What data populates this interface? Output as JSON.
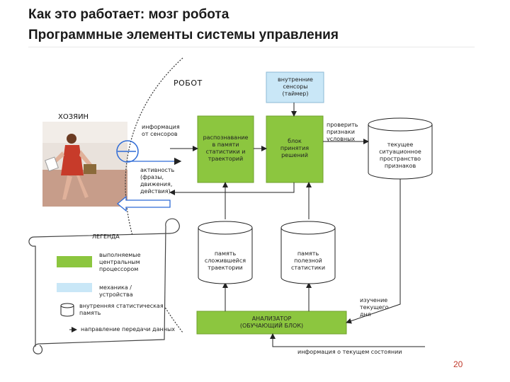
{
  "header": {
    "title_line1": "Как это работает: мозг робота",
    "title_line2": "Программные элементы системы управления"
  },
  "diagram": {
    "robot_label": "РОБОТ",
    "owner_label": "ХОЗЯИН",
    "internal_sensors": "внутренние\nсенсоры\n(таймер)",
    "info_from_sensors": "информация\nот сенсоров",
    "recognition_block": "распознавание\nв памяти\nстатистики и\nтраекторий",
    "decision_block": "блок\nпринятия\nрешений",
    "find_indicators": "проверить\nпризнаки\nусловных",
    "current_situation_db": "текущее\nситуационное\nпространство\nпризнаков",
    "actions_label": "активность\n(фразы,\nдвижения,\nдействия)",
    "trajectory_memory_db": "память\nсложившейся\nтраектории",
    "stats_memory_db": "память\nполезной\nстатистики",
    "current_change": "изучение\nтекущего\nдня",
    "analyzer_block": "АНАЛИЗАТОР\n(ОБУЧАЮЩИЙ БЛОК)",
    "info_current_state": "информация о текущем состоянии"
  },
  "legend": {
    "title": "ЛЕГЕНДА",
    "item_processors": "выполняемые\nцентральным\nпроцессором",
    "item_devices": "механика / устройства",
    "item_storage": "внутренняя статистическая\nпамять",
    "item_direction": "направление передачи данных"
  },
  "colors": {
    "green": "#8cc63f",
    "light_blue": "#c9e7f7",
    "arrow_blue": "#2e6bd6"
  },
  "page_number": "20"
}
